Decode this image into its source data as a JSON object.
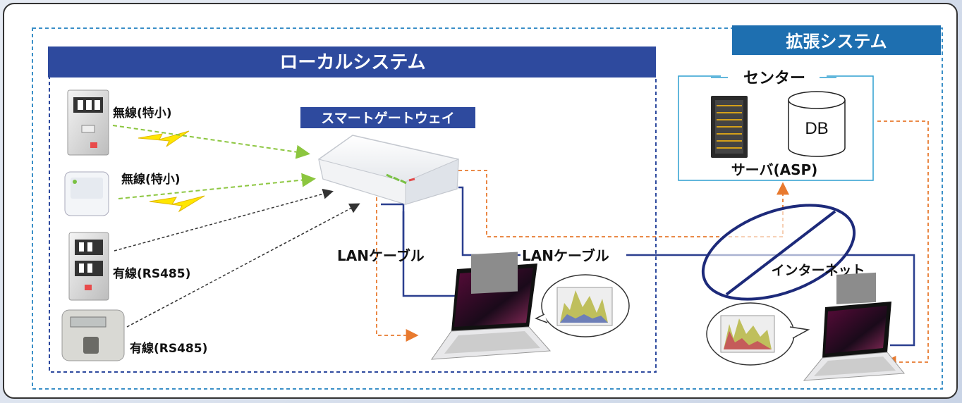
{
  "extended_system": {
    "title": "拡張システム"
  },
  "local_system": {
    "title": "ローカルシステム"
  },
  "gateway": {
    "label": "スマートゲートウェイ"
  },
  "center": {
    "title": "センター",
    "db_label": "DB",
    "server_label": "サーバ(ASP)"
  },
  "devices": [
    {
      "label": "無線(特小)"
    },
    {
      "label": "無線(特小)"
    },
    {
      "label": "有線(RS485)"
    },
    {
      "label": "有線(RS485)"
    }
  ],
  "cables": {
    "lan_left": "LANケーブル",
    "lan_right": "LANケーブル"
  },
  "internet": {
    "label": "インターネット"
  },
  "colors": {
    "local_header": "#2e4a9e",
    "extended_header": "#1e6fb0",
    "dashed_border": "#3a8fc7",
    "wireless_arrow": "#8cc63f",
    "wired_arrow": "#555555",
    "lan_line": "#2b3f8f",
    "internet_route": "#e87a2f",
    "lightning": "#ffe600"
  }
}
